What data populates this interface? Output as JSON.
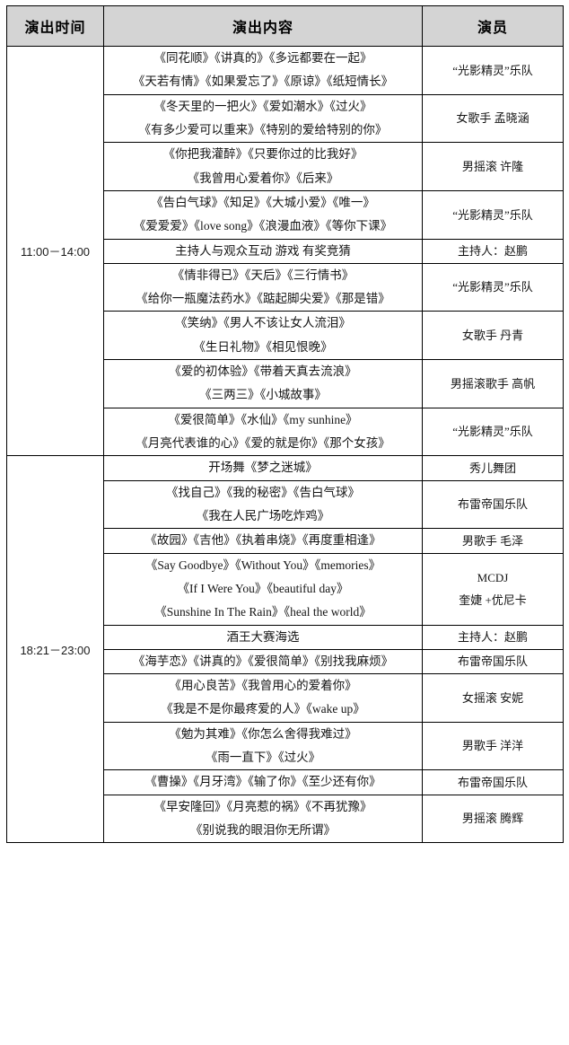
{
  "table": {
    "headers": {
      "time": "演出时间",
      "program": "演出内容",
      "artist": "演员"
    },
    "sessions": [
      {
        "time": "11:00－14:00",
        "rows": [
          {
            "program": [
              "《同花顺》《讲真的》《多远都要在一起》",
              "《天若有情》《如果爱忘了》《原谅》《纸短情长》"
            ],
            "artist": [
              "“光影精灵”乐队"
            ]
          },
          {
            "program": [
              "《冬天里的一把火》《爱如潮水》《过火》",
              "《有多少爱可以重来》《特别的爱给特别的你》"
            ],
            "artist": [
              "女歌手 孟晓涵"
            ]
          },
          {
            "program": [
              "《你把我灌醉》《只要你过的比我好》",
              "《我曾用心爱着你》《后来》"
            ],
            "artist": [
              "男摇滚 许隆"
            ]
          },
          {
            "program": [
              "《告白气球》《知足》《大城小爱》《唯一》",
              "《爱爱爱》《love song》《浪漫血液》《等你下课》"
            ],
            "artist": [
              "“光影精灵”乐队"
            ]
          },
          {
            "program": [
              "主持人与观众互动 游戏 有奖竞猜"
            ],
            "artist": [
              "主持人：赵鹏"
            ]
          },
          {
            "program": [
              "《情非得已》《天后》《三行情书》",
              "《给你一瓶魔法药水》《踮起脚尖爱》《那是错》"
            ],
            "artist": [
              "“光影精灵”乐队"
            ]
          },
          {
            "program": [
              "《笑纳》《男人不该让女人流泪》",
              "《生日礼物》《相见恨晚》"
            ],
            "artist": [
              "女歌手 丹青"
            ]
          },
          {
            "program": [
              "《爱的初体验》《带着天真去流浪》",
              "《三两三》《小城故事》"
            ],
            "artist": [
              "男摇滚歌手 高帆"
            ]
          },
          {
            "program": [
              "《爱很简单》《水仙》《my sunhine》",
              "《月亮代表谁的心》《爱的就是你》《那个女孩》"
            ],
            "artist": [
              "“光影精灵”乐队"
            ]
          }
        ]
      },
      {
        "time": "18:21－23:00",
        "rows": [
          {
            "program": [
              "开场舞《梦之迷城》"
            ],
            "artist": [
              "秀儿舞团"
            ]
          },
          {
            "program": [
              "《找自己》《我的秘密》《告白气球》",
              "《我在人民广场吃炸鸡》"
            ],
            "artist": [
              "布雷帝国乐队"
            ]
          },
          {
            "program": [
              "《故园》《吉他》《执着串烧》《再度重相逢》"
            ],
            "artist": [
              "男歌手 毛泽"
            ]
          },
          {
            "program": [
              "《Say Goodbye》《Without You》《memories》",
              "《If I Were You》《beautiful day》",
              "《Sunshine In The Rain》《heal the world》"
            ],
            "artist": [
              "MCDJ",
              "奎婕 +优尼卡"
            ]
          },
          {
            "program": [
              "酒王大赛海选"
            ],
            "artist": [
              "主持人：赵鹏"
            ]
          },
          {
            "program": [
              "《海芋恋》《讲真的》《爱很简单》《别找我麻烦》"
            ],
            "artist": [
              "布雷帝国乐队"
            ]
          },
          {
            "program": [
              "《用心良苦》《我曾用心的爱着你》",
              "《我是不是你最疼爱的人》《wake up》"
            ],
            "artist": [
              "女摇滚 安妮"
            ]
          },
          {
            "program": [
              "《勉为其难》《你怎么舍得我难过》",
              "《雨一直下》《过火》"
            ],
            "artist": [
              "男歌手 洋洋"
            ]
          },
          {
            "program": [
              "《曹操》《月牙湾》《输了你》《至少还有你》"
            ],
            "artist": [
              "布雷帝国乐队"
            ]
          },
          {
            "program": [
              "《早安隆回》《月亮惹的祸》《不再犹豫》",
              "《别说我的眼泪你无所谓》"
            ],
            "artist": [
              "男摇滚 腾辉"
            ]
          }
        ]
      }
    ]
  },
  "colors": {
    "header_bg": "#d4d4d4",
    "border": "#000000",
    "text": "#141414"
  }
}
